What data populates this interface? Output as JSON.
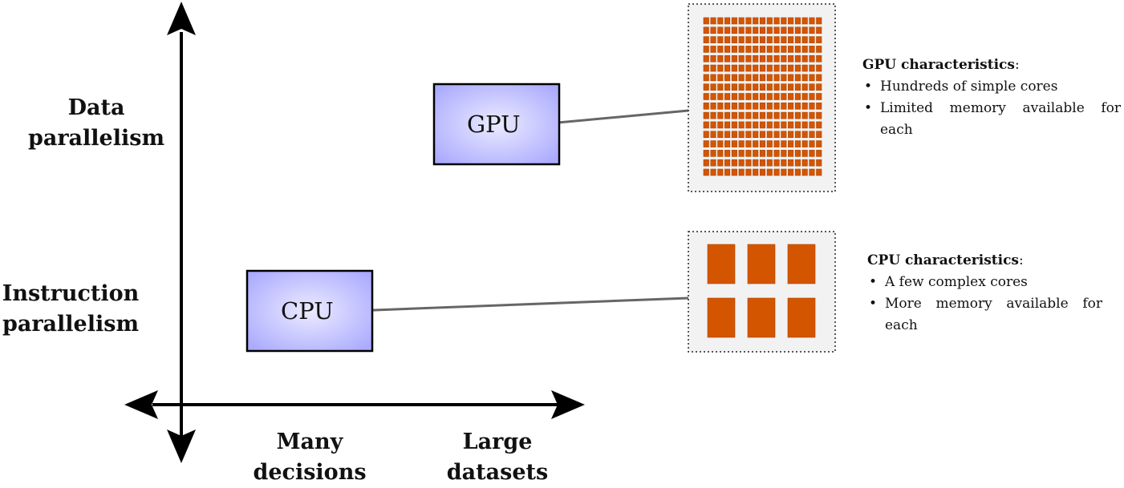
{
  "axes": {
    "y_top_label": [
      "Data",
      "parallelism"
    ],
    "y_bottom_label": [
      "Instruction",
      "parallelism"
    ],
    "x_left_label": [
      "Many",
      "decisions"
    ],
    "x_right_label": [
      "Large",
      "datasets"
    ]
  },
  "processors": {
    "gpu": {
      "label": "GPU",
      "chip_grid": {
        "cols": 17,
        "rows": 17
      },
      "characteristics_title": "GPU characteristics",
      "characteristics_suffix": ":",
      "characteristics": [
        "Hundreds of simple cores",
        "Limited memory available for each"
      ]
    },
    "cpu": {
      "label": "CPU",
      "chip_grid": {
        "cols": 3,
        "rows": 2
      },
      "characteristics_title": "CPU characteristics",
      "characteristics_suffix": ":",
      "characteristics": [
        "A few complex cores",
        "More memory available for each"
      ]
    }
  },
  "colors": {
    "processor_fill_center": "#ecebff",
    "processor_fill_edge": "#aaaaff",
    "core": "#d45500",
    "chip_background": "#f2f2f2",
    "connector": "#666666"
  }
}
